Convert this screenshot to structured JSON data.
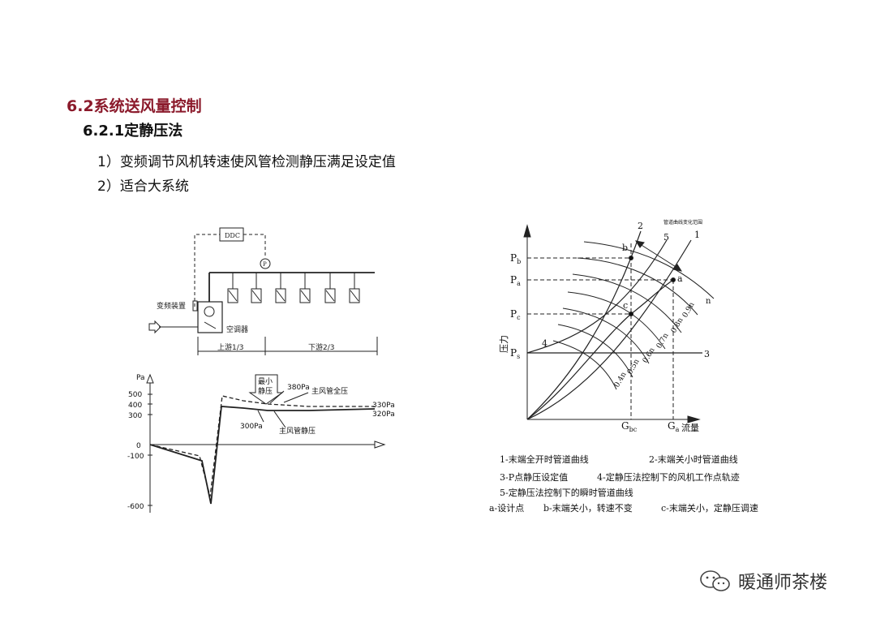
{
  "section_title": "6.2系统送风量控制",
  "subsection_title": "6.2.1定静压法",
  "points": [
    "1）变频调节风机转速使风管检测静压满足设定值",
    "2）适合大系统"
  ],
  "schematic": {
    "ddc": "DDC",
    "sensor": "P",
    "vfd_label": "变频装置",
    "ahu_label": "空调器",
    "upstream": "上游1/3",
    "downstream": "下游2/3"
  },
  "pressure_chart": {
    "yunit": "Pa",
    "ticks": [
      "500",
      "400",
      "300",
      "0",
      "-100",
      "-600"
    ],
    "min_static_label": "最小\n静压",
    "min_static_line1": "最小",
    "min_static_line2": "静压",
    "val_380": "380Pa",
    "val_300": "300Pa",
    "val_330": "330Pa",
    "val_320": "320Pa",
    "total_pressure": "主风管全压",
    "static_pressure": "主风管静压"
  },
  "curve_chart": {
    "range_note": "管道曲线变化范围",
    "ylabel": "压力",
    "xlabel": "流量",
    "pb": "P",
    "pb_sub": "b",
    "pa": "P",
    "pa_sub": "a",
    "pc": "P",
    "pc_sub": "c",
    "ps": "P",
    "ps_sub": "s",
    "gbc": "G",
    "gbc_sub": "bc",
    "ga": "G",
    "ga_sub": "a",
    "curve_nums": [
      "2",
      "5",
      "1",
      "4",
      "3"
    ],
    "points": [
      "b",
      "a",
      "c"
    ],
    "speeds": [
      "n",
      "0.9n",
      "0.8n",
      "0.7n",
      "0.6n",
      "0.5n",
      "0.4n"
    ]
  },
  "legend": [
    "1-末端全开时管道曲线",
    "2-末端关小时管道曲线",
    "3-P点静压设定值",
    "4-定静压法控制下的风机工作点轨迹",
    "5-定静压法控制下的瞬时管道曲线",
    "a-设计点",
    "b-末端关小，转速不变",
    "c-末端关小，定静压调速"
  ],
  "watermark": "暖通师茶楼"
}
